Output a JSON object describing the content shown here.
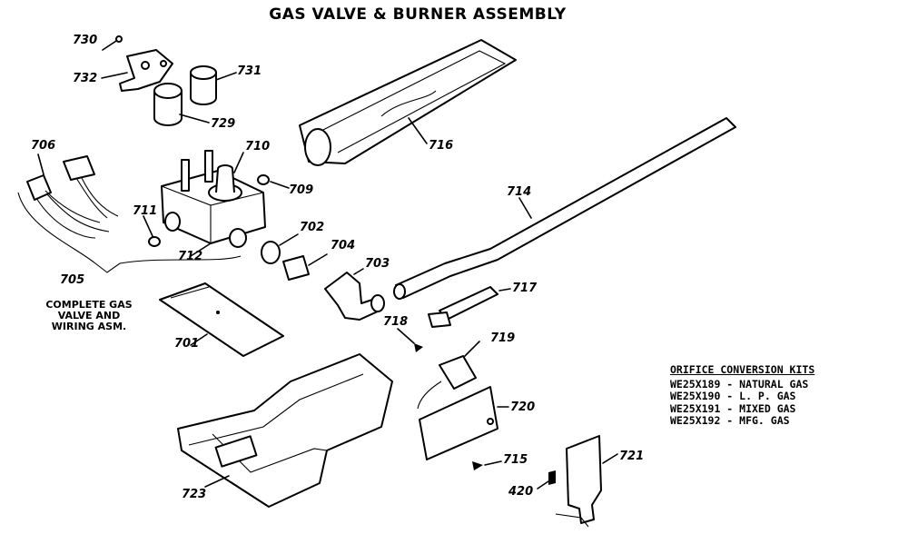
{
  "title": "GAS VALVE & BURNER ASSEMBLY",
  "parts": [
    {
      "id": "730",
      "text": "730"
    },
    {
      "id": "732",
      "text": "732"
    },
    {
      "id": "731",
      "text": "731"
    },
    {
      "id": "729",
      "text": "729"
    },
    {
      "id": "706",
      "text": "706"
    },
    {
      "id": "710",
      "text": "710"
    },
    {
      "id": "709",
      "text": "709"
    },
    {
      "id": "711",
      "text": "711"
    },
    {
      "id": "712",
      "text": "712"
    },
    {
      "id": "702",
      "text": "702"
    },
    {
      "id": "704",
      "text": "704"
    },
    {
      "id": "703",
      "text": "703"
    },
    {
      "id": "705",
      "text": "705"
    },
    {
      "id": "716",
      "text": "716"
    },
    {
      "id": "714",
      "text": "714"
    },
    {
      "id": "717",
      "text": "717"
    },
    {
      "id": "718",
      "text": "718"
    },
    {
      "id": "719",
      "text": "719"
    },
    {
      "id": "720",
      "text": "720"
    },
    {
      "id": "701",
      "text": "701"
    },
    {
      "id": "715",
      "text": "715"
    },
    {
      "id": "420",
      "text": "420"
    },
    {
      "id": "721",
      "text": "721"
    },
    {
      "id": "723",
      "text": "723"
    }
  ],
  "assembly_note": [
    "COMPLETE GAS",
    "VALVE AND",
    "WIRING ASM."
  ],
  "orifice_kits": {
    "heading": "ORIFICE CONVERSION KITS",
    "items": [
      "WE25X189 - NATURAL GAS",
      "WE25X190 - L. P. GAS",
      "WE25X191 - MIXED GAS",
      "WE25X192 - MFG. GAS"
    ]
  }
}
